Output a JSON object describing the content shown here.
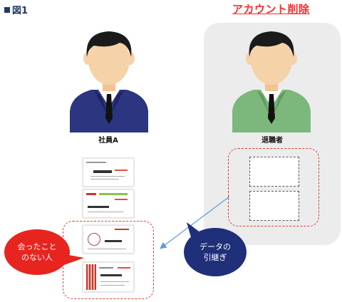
{
  "figure_label": "図1",
  "delete_title": "アカウント削除",
  "employee_label": "社員A",
  "retiree_label": "退職者",
  "bubble_unmet": "会ったこと\nのない人",
  "bubble_handover": "データの\n引継ぎ",
  "colors": {
    "navy": "#1f3864",
    "red": "#e8241f",
    "suit_navy": "#2b3580",
    "suit_green": "#7cb87c",
    "hair": "#1b1b1b",
    "skin": "#f6d2a8",
    "bubble_blue": "#1f2f7a",
    "arrow": "#5b9bd5"
  },
  "icons": [
    "person-employee-icon",
    "person-retiree-icon",
    "business-card-icon",
    "arrow-icon"
  ]
}
